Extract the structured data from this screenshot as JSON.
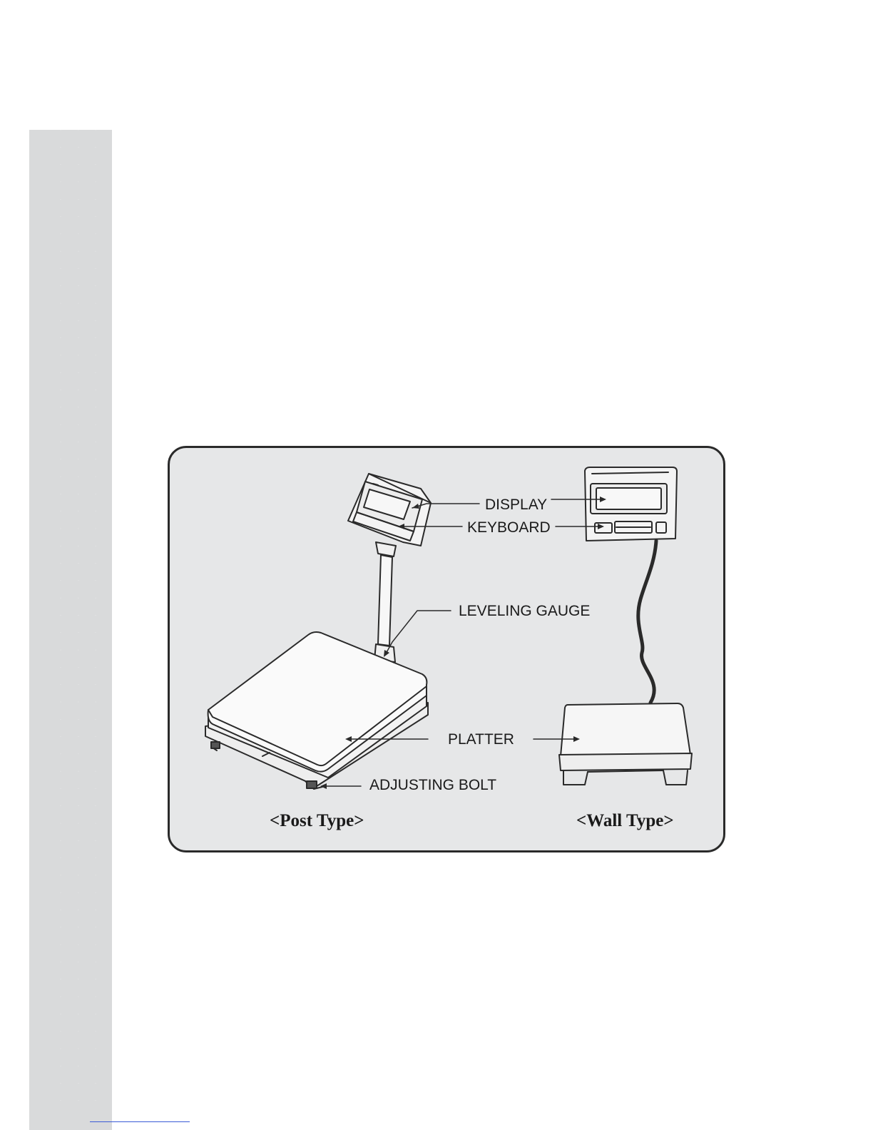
{
  "diagram": {
    "labels": {
      "display": "DISPLAY",
      "keyboard": "KEYBOARD",
      "leveling_gauge": "LEVELING GAUGE",
      "platter": "PLATTER",
      "adjusting_bolt": "ADJUSTING BOLT"
    },
    "captions": {
      "post_type": "<Post Type>",
      "wall_type": "<Wall Type>"
    }
  },
  "colors": {
    "sidebar": "#d9dadb",
    "frame_fill": "#e6e7e8",
    "outline": "#2a2a2a",
    "footer_line": "#3b5bd6"
  }
}
